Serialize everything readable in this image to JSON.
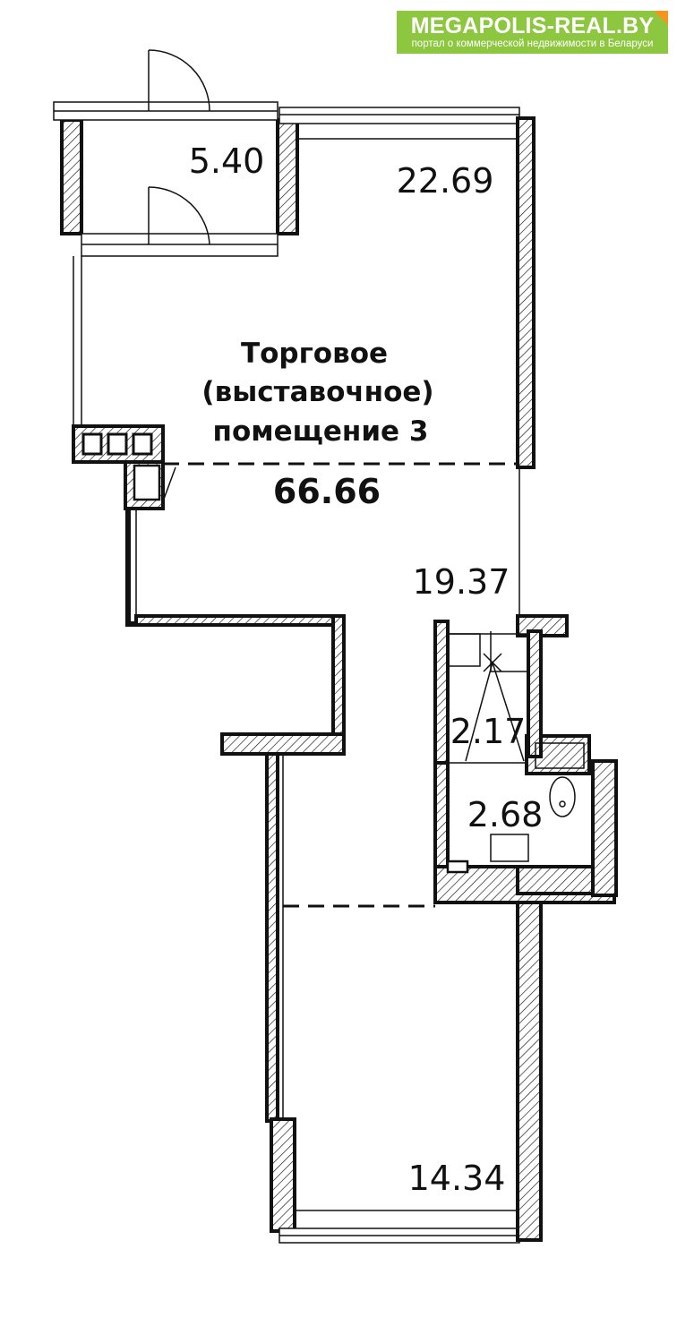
{
  "brand": {
    "name": "MEGAPOLIS-REAL.BY",
    "tagline": "портал о коммерческой недвижимости в Беларуси",
    "color": "#8dc63f",
    "accent": "#f7941d"
  },
  "plan": {
    "room_name_lines": [
      "Торговое",
      "(выставочное)",
      "помещение 3"
    ],
    "total_area": "66.66",
    "areas": {
      "vestibule": "5.40",
      "hall_upper": "22.69",
      "hall_middle": "19.37",
      "bathroom_upper": "2.17",
      "bathroom_lower": "2.68",
      "hall_lower": "14.34"
    }
  }
}
